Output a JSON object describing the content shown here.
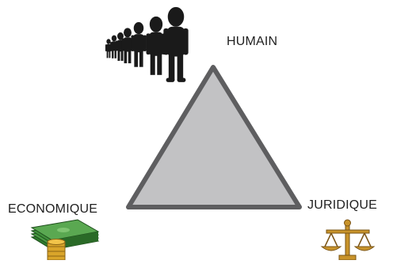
{
  "diagram": {
    "vertices": {
      "top": {
        "label": "HUMAIN",
        "icon": "people-row-icon"
      },
      "bottom_left": {
        "label": "ECONOMIQUE",
        "icon": "money-stack-icon"
      },
      "bottom_right": {
        "label": "JURIDIQUE",
        "icon": "scales-of-justice-icon"
      }
    },
    "colors": {
      "triangle_fill": "#c2c2c4",
      "triangle_stroke": "#5e5e60",
      "people": "#1a1a1a",
      "money_green": "#3f8f3a",
      "coin_gold": "#d9a52a",
      "scale_gold": "#c8932a"
    }
  }
}
